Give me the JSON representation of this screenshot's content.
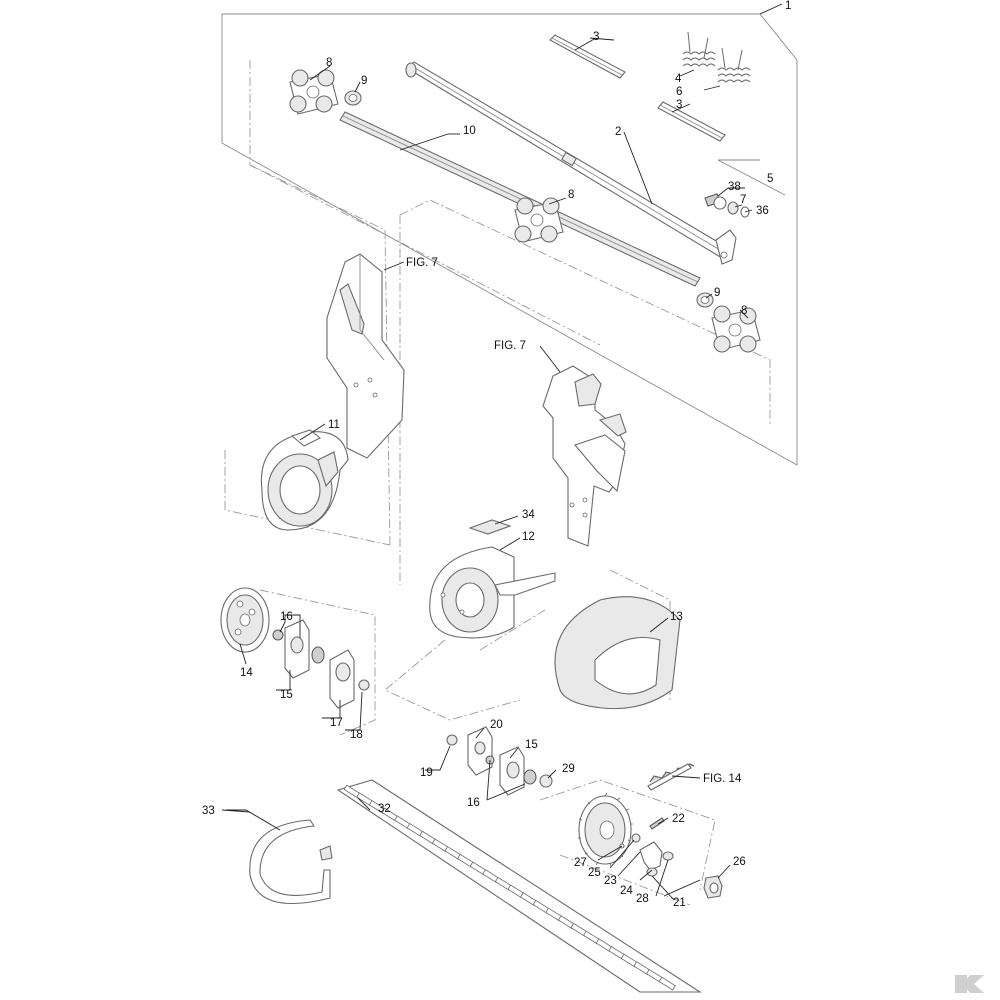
{
  "labels": {
    "l1": "1",
    "l2": "2",
    "l3a": "3",
    "l3b": "3",
    "l4": "4",
    "l5": "5",
    "l6": "6",
    "l7": "7",
    "l8a": "8",
    "l8b": "8",
    "l8c": "8",
    "l9a": "9",
    "l9b": "9",
    "l10": "10",
    "l11": "11",
    "l12": "12",
    "l13": "13",
    "l14": "14",
    "l15a": "15",
    "l15b": "15",
    "l16a": "16",
    "l16b": "16",
    "l17": "17",
    "l18": "18",
    "l19": "19",
    "l20": "20",
    "l21": "21",
    "l22": "22",
    "l23": "23",
    "l24": "24",
    "l25": "25",
    "l26": "26",
    "l27": "27",
    "l28": "28",
    "l29": "29",
    "l32": "32",
    "l33": "33",
    "l34": "34",
    "l36": "36",
    "l38": "38",
    "fig7a": "FIG. 7",
    "fig7b": "FIG.  7",
    "fig14": "FIG. 14"
  },
  "brand_logo": "K"
}
